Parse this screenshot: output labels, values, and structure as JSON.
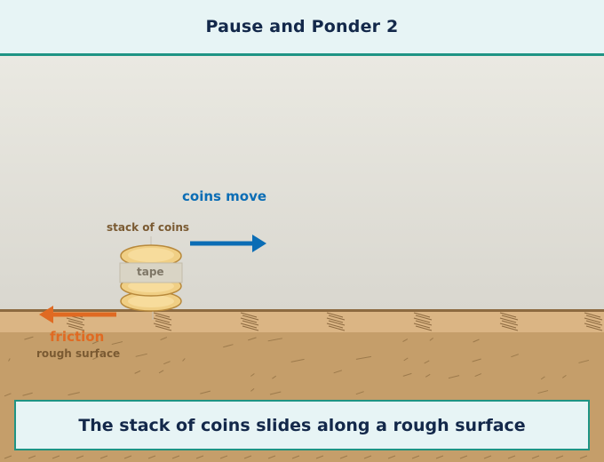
{
  "header": {
    "title": "Pause and Ponder 2"
  },
  "diagram": {
    "coins_label": "stack of coins",
    "tape_label": "tape",
    "motion_label": "coins move",
    "friction_label": "friction",
    "surface_label": "rough surface"
  },
  "caption": {
    "text": "The stack of coins slides along a rough surface"
  },
  "colors": {
    "motion": "#0b6db5",
    "friction": "#e06a22",
    "label_brown": "#7a5a32",
    "accent": "#1f9484",
    "title_navy": "#13284a"
  }
}
